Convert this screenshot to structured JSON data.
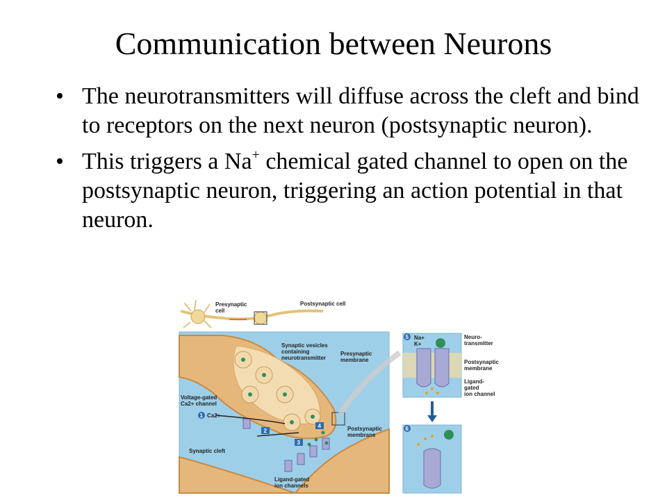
{
  "slide": {
    "title": "Communication between Neurons",
    "bullets": [
      {
        "text": "The neurotransmitters will diffuse across the cleft and bind to receptors on the next neuron (postsynaptic neuron)."
      },
      {
        "pre": "This triggers a Na",
        "sup": "+",
        "post": " chemical gated channel to open on the postsynaptic neuron, triggering an action potential in that neuron."
      }
    ]
  },
  "figure": {
    "labels": {
      "presynaptic_cell": "Presynaptic",
      "presynaptic_cell_2": "cell",
      "postsynaptic_cell": "Postsynaptic cell",
      "vesicles_1": "Synaptic vesicles",
      "vesicles_2": "containing",
      "vesicles_3": "neurotransmitter",
      "pre_membrane_1": "Presynaptic",
      "pre_membrane_2": "membrane",
      "vg_channel_1": "Voltage-gated",
      "vg_channel_2": "Ca2+ channel",
      "ca": "Ca2+",
      "post_membrane_1": "Postsynaptic",
      "post_membrane_2": "membrane",
      "cleft": "Synaptic cleft",
      "lg_channels_1": "Ligand-gated",
      "lg_channels_2": "ion channels",
      "na": "Na+",
      "k": "K+",
      "nt_1": "Neuro-",
      "nt_2": "transmitter",
      "pm_1": "Postsynaptic",
      "pm_2": "membrane",
      "lg_1": "Ligand-",
      "lg_2": "gated",
      "lg_3": "ion channel"
    },
    "steps": [
      "1",
      "2",
      "3",
      "4",
      "5",
      "6"
    ],
    "colors": {
      "fluid": "#9ecfe8",
      "neuron": "#e6b77a",
      "neuron_edge": "#c78a45",
      "vesicle": "#f2d9ad",
      "transmitter": "#2f8f5a",
      "channel": "#a9a9d6",
      "step_badge": "#2b6cb0",
      "arrow": "#1f5f99"
    }
  }
}
